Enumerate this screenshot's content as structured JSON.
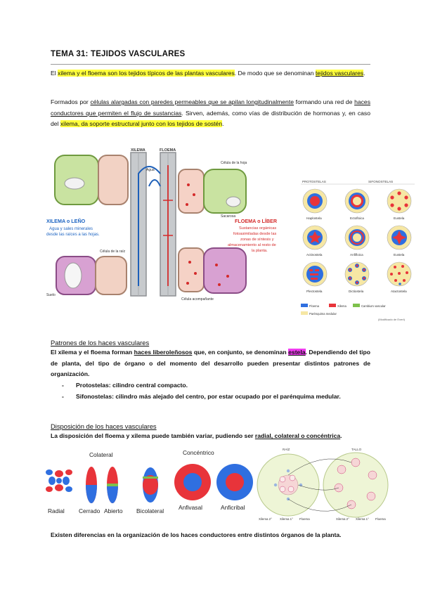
{
  "doc": {
    "title": "TEMA 31: TEJIDOS VASCULARES",
    "p1": {
      "t1": "El ",
      "hl1": "xilema y el floema son los tejidos típicos de las plantas vasculares",
      "t2": ". De modo que se denominan ",
      "hl2": "tejidos vasculares",
      "t3": "."
    },
    "p2": {
      "t1": "Formados por ",
      "u1": "células alargadas con paredes permeables que se apilan longitudinalmente",
      "t2": " formando una red de ",
      "u2": "haces conductores que permiten el flujo de sustancias",
      "t3": ". Sirven, además, como vías de distribución de hormonas y, en caso del ",
      "hl1": "xilema, da soporte estructural junto con los tejidos de sostén",
      "t4": "."
    },
    "section1": {
      "heading": "Patrones de los haces vasculares",
      "t1": "El xilema y el floema forman ",
      "u1": "haces liberoleñosos",
      "t2": " que, en conjunto, se denominan ",
      "hl1": "estela",
      "t3": ". Dependiendo del tipo de planta, del tipo de órgano o del momento del desarrollo pueden presentar distintos patrones de organización.",
      "bullets": [
        "Protostelas: cilindro central compacto.",
        "Sifonostelas: cilindro más alejado del centro, por estar ocupado por el parénquima medular."
      ]
    },
    "section2": {
      "heading": "Disposición de los haces vasculares",
      "t1": "La disposición del floema y xilema puede también variar, pudiendo ser ",
      "u1": "radial, colateral o concéntrica",
      "t2": "."
    },
    "closing": "Existen diferencias en la organización de los haces conductores entre distintos órganos de la planta."
  },
  "fig1": {
    "xilema_col": "XILEMA",
    "floema_col": "FLOEMA",
    "xilema_title": "XILEMA o LEÑO",
    "xilema_desc_1": "Agua y sales minerales",
    "xilema_desc_2": "desde las raíces a las hojas.",
    "floema_title": "FLOEMA o LÍBER",
    "floema_desc_1": "Sustancias orgánicas",
    "floema_desc_2": "fotoasimiladas desde las",
    "floema_desc_3": "zonas de síntesis y",
    "floema_desc_4": "almacenamiento al resto de",
    "floema_desc_5": "la planta.",
    "agua": "Agua",
    "celula_hoja": "Célula de la hoja",
    "sacarosa": "Sacarosa",
    "suelo": "Suelo",
    "celula_raiz": "Célula de la raíz",
    "celula_acomp": "Célula acompañante"
  },
  "fig2": {
    "head_left": "PROTOSTELAS",
    "head_right": "SIFONOSTELAS",
    "labels": [
      "Haplostela",
      "Ectofloica",
      "Eustela",
      "Actinostela",
      "Anfifloica",
      "Eustela",
      "Plectostela",
      "Dictiostela",
      "Atactostela"
    ],
    "legend": {
      "floema": "Floema",
      "xilema": "Xilema",
      "cambium": "Cambium vascular",
      "parenquima": "Parénquima medular"
    },
    "credit": "(Modificado de Evert)"
  },
  "fig3": {
    "colateral": "Colateral",
    "concentrico": "Concéntrico",
    "radial": "Radial",
    "cerrado": "Cerrado",
    "abierto": "Abierto",
    "bicolateral": "Bicolateral",
    "anfivasal": "Anfivasal",
    "anficribal": "Anficribal"
  },
  "fig4": {
    "raiz": "RAÍZ",
    "tallo": "TALLO",
    "l1": "Xilema 2°",
    "l2": "Xilema 1°",
    "l3": "Floema",
    "l4": "Xilema 2°",
    "l5": "Xilema 1°",
    "l6": "Floema"
  },
  "colors": {
    "highlight": "#ffff3c",
    "highlight_pink": "#f03cf0",
    "floema": "#2f6fe0",
    "xilema": "#e8343a",
    "cambium": "#7dc14b",
    "parenquima": "#f6e7a4"
  }
}
